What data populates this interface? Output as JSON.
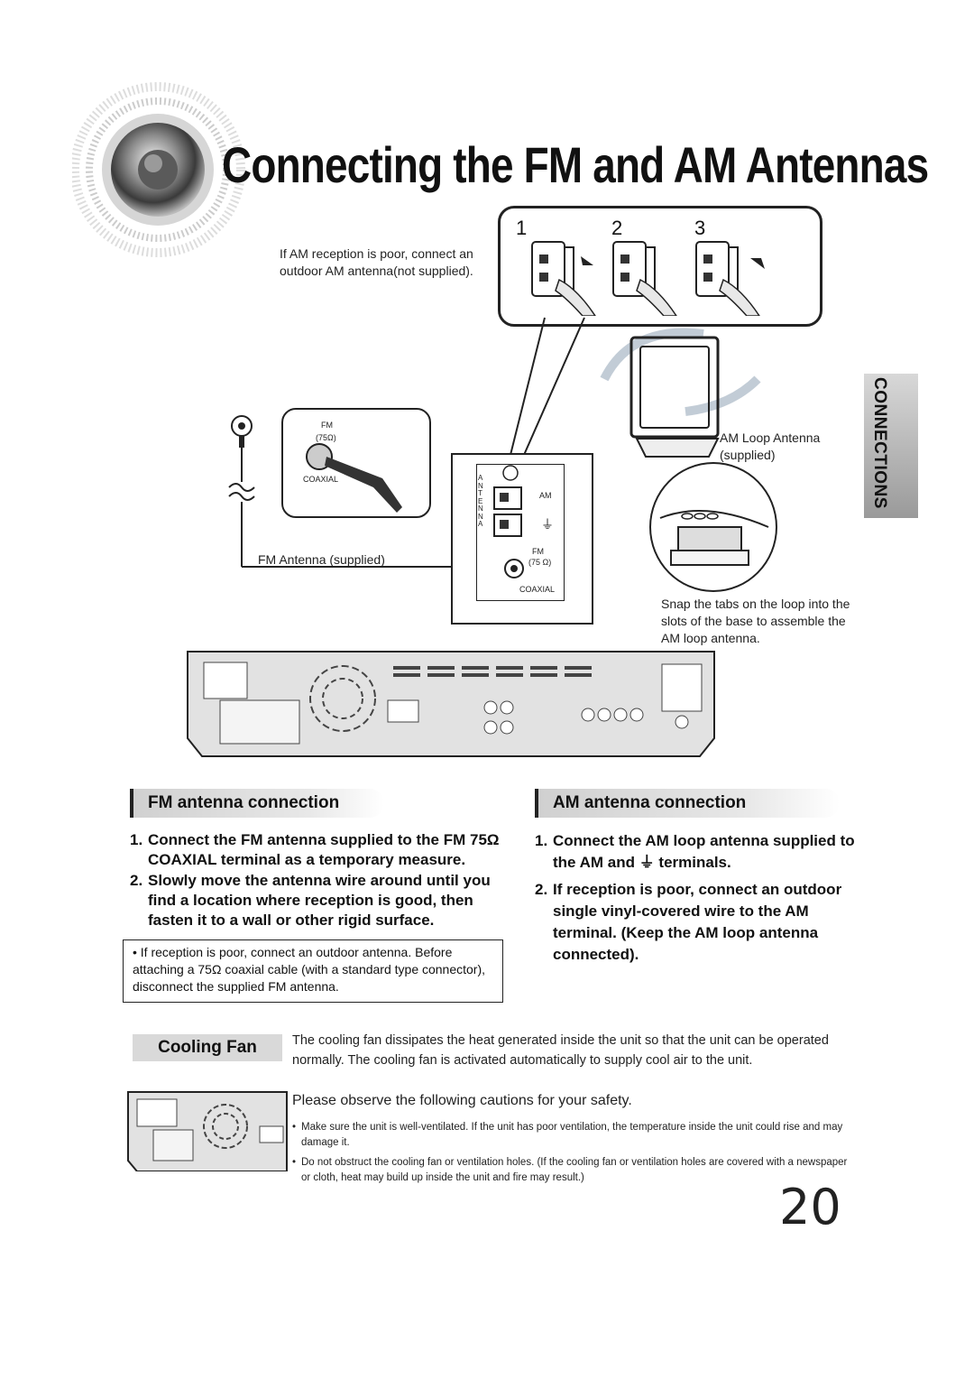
{
  "title": "Connecting the FM and AM Antennas",
  "side_tab": "CONNECTIONS",
  "steps": [
    "1",
    "2",
    "3"
  ],
  "diagram": {
    "outdoor_note": "If AM reception is poor, connect an outdoor AM antenna(not supplied).",
    "fm_inset_label": "FM",
    "fm_inset_ohm": "(75Ω)",
    "fm_inset_coaxial": "COAXIAL",
    "fm_antenna_label": "FM Antenna (supplied)",
    "panel_antenna": "ANTENNA",
    "panel_am": "AM",
    "panel_fm": "FM",
    "panel_ohm": "(75 Ω)",
    "panel_coaxial": "COAXIAL",
    "am_loop_label": "AM Loop Antenna (supplied)",
    "snap_note": "Snap the tabs on the loop into the slots of the base to assemble the AM loop antenna."
  },
  "fm_section": {
    "heading": "FM antenna connection",
    "items": [
      {
        "num": "1.",
        "text": "Connect the FM antenna supplied to the FM 75Ω COAXIAL terminal as a temporary measure."
      },
      {
        "num": "2.",
        "text": "Slowly move the antenna wire around until you find a location where reception is good, then fasten it to a wall or other rigid surface."
      }
    ],
    "note": "• If reception is poor, connect an outdoor antenna. Before attaching a 75Ω coaxial cable (with a standard type connector), disconnect the supplied FM antenna."
  },
  "am_section": {
    "heading": "AM antenna connection",
    "items": [
      {
        "num": "1.",
        "text": "Connect the AM loop antenna supplied to the AM and ⏚ terminals."
      },
      {
        "num": "2.",
        "text": "If reception is poor, connect an outdoor single vinyl-covered wire to the AM terminal. (Keep the AM loop antenna connected)."
      }
    ]
  },
  "cooling": {
    "tag": "Cooling Fan",
    "description": "The cooling fan dissipates the heat generated inside the unit so that the unit can be operated normally. The cooling fan is activated automatically to supply cool air to the unit.",
    "caution_heading": "Please observe the following cautions for your safety.",
    "bullets": [
      "Make sure the unit is well-ventilated. If the unit has poor ventilation, the temperature inside the unit could rise and may damage it.",
      "Do not obstruct the cooling fan or ventilation holes. (If the cooling fan or ventilation holes are covered with a newspaper or cloth, heat may build up inside the unit and fire may result.)"
    ]
  },
  "page_number": "20"
}
